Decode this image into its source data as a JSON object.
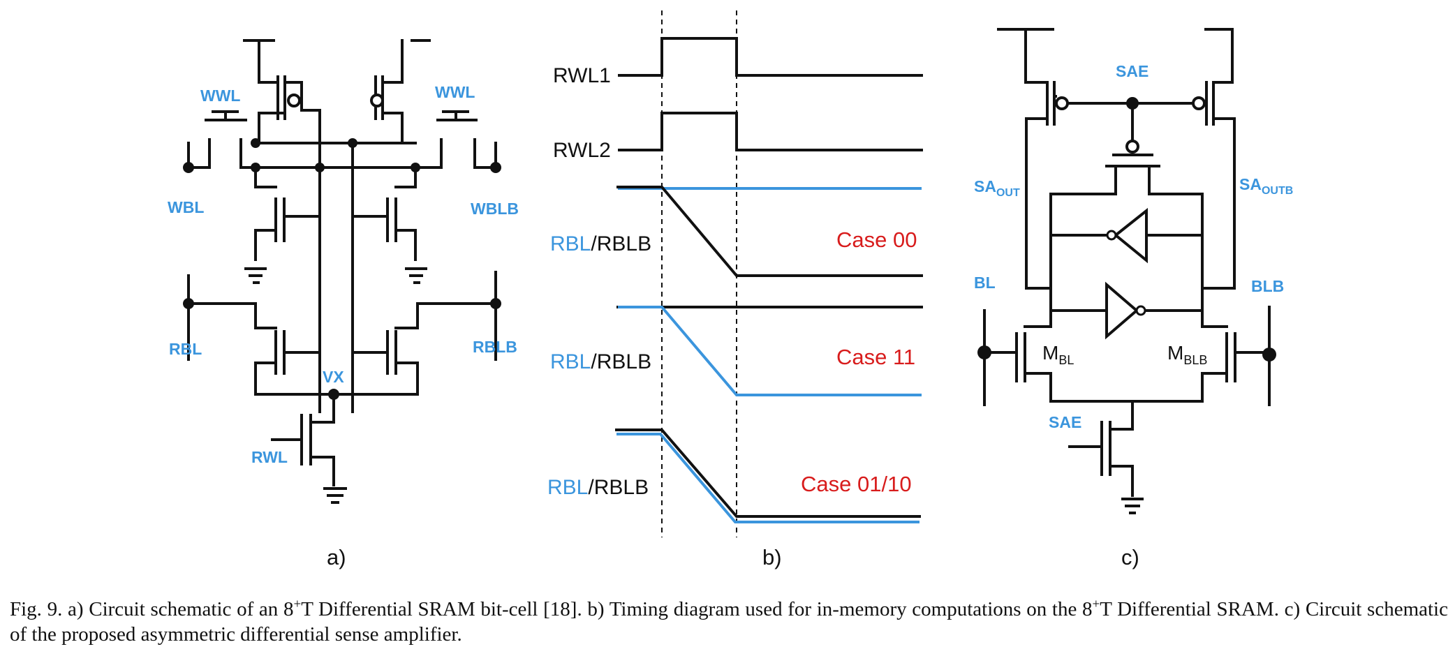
{
  "panel_a": {
    "wwl_left": "WWL",
    "wwl_right": "WWL",
    "wbl": "WBL",
    "wblb": "WBLB",
    "rbl": "RBL",
    "rblb": "RBLB",
    "vx": "VX",
    "rwl": "RWL",
    "label": "a)"
  },
  "panel_b": {
    "rwl1": "RWL1",
    "rwl2": "RWL2",
    "rbl_a": "RBL",
    "sep_a": "/",
    "rblb_a": "RBLB",
    "case_a": "Case 00",
    "rbl_b": "RBL",
    "sep_b": "/",
    "rblb_b": "RBLB",
    "case_b": "Case 11",
    "rbl_c": "RBL",
    "sep_c": "/",
    "rblb_c": "RBLB",
    "case_c": "Case 01/10",
    "label": "b)"
  },
  "panel_c": {
    "sae_top": "SAE",
    "sae_bottom": "SAE",
    "saout_main": "SA",
    "saout_sub": "OUT",
    "saoutb_main": "SA",
    "saoutb_sub": "OUTB",
    "bl": "BL",
    "blb": "BLB",
    "mbl_main": "M",
    "mbl_sub": "BL",
    "mblb_main": "M",
    "mblb_sub": "BLB",
    "label": "c)"
  },
  "caption": {
    "p1": "Fig. 9.   a) Circuit schematic of an 8",
    "sup1": "+",
    "p2": "T Differential SRAM bit-cell [18]. b) Timing diagram used for in-memory computations on the 8",
    "sup2": "+",
    "p3": "T Differential SRAM. c) Circuit schematic of the proposed asymmetric differential sense amplifier."
  },
  "colors": {
    "accent_blue": "#3b95dd",
    "case_red": "#d81c1c",
    "wire": "#111111"
  }
}
